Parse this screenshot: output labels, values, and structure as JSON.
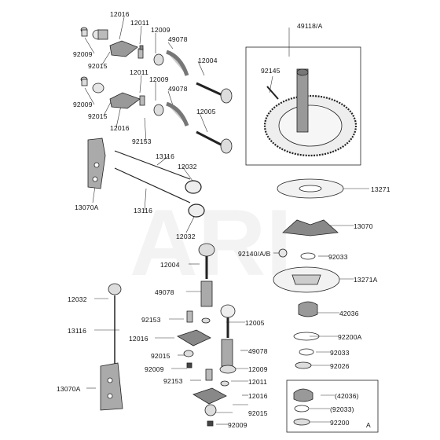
{
  "watermark": "ARI",
  "labels": {
    "l12016a": "12016",
    "l12011a": "12011",
    "l12009a": "12009",
    "l49078a": "49078",
    "l12004a": "12004",
    "l92009a": "92009",
    "l92015a": "92015",
    "l12011b": "12011",
    "l12009b": "12009",
    "l49078b": "49078",
    "l92009b": "92009",
    "l92015b": "92015",
    "l12016b": "12016",
    "l92153a": "92153",
    "l12005a": "12005",
    "l49118": "49118/A",
    "l92145": "92145",
    "l13116a": "13116",
    "l12032a": "12032",
    "l13070Aa": "13070A",
    "l13116b": "13116",
    "l12032b": "12032",
    "l13271": "13271",
    "l13070": "13070",
    "l12004b": "12004",
    "l92140": "92140/A/B",
    "l92033a": "92033",
    "l13271A": "13271A",
    "l49078c": "49078",
    "l12032c": "12032",
    "l42036": "42036",
    "l92153b": "92153",
    "l12005b": "12005",
    "l92200A": "92200A",
    "l12016c": "12016",
    "l49078d": "49078",
    "l92033b": "92033",
    "l13116c": "13116",
    "l92015c": "92015",
    "l92026": "92026",
    "l92009c": "92009",
    "l12009c": "12009",
    "l92153c": "92153",
    "l12011c": "12011",
    "l13070Ab": "13070A",
    "l12016d": "12016",
    "l42036p": "(42036)",
    "l92015d": "92015",
    "l92033p": "(92033)",
    "l92009d": "92009",
    "l92200": "92200",
    "lA": "A"
  }
}
